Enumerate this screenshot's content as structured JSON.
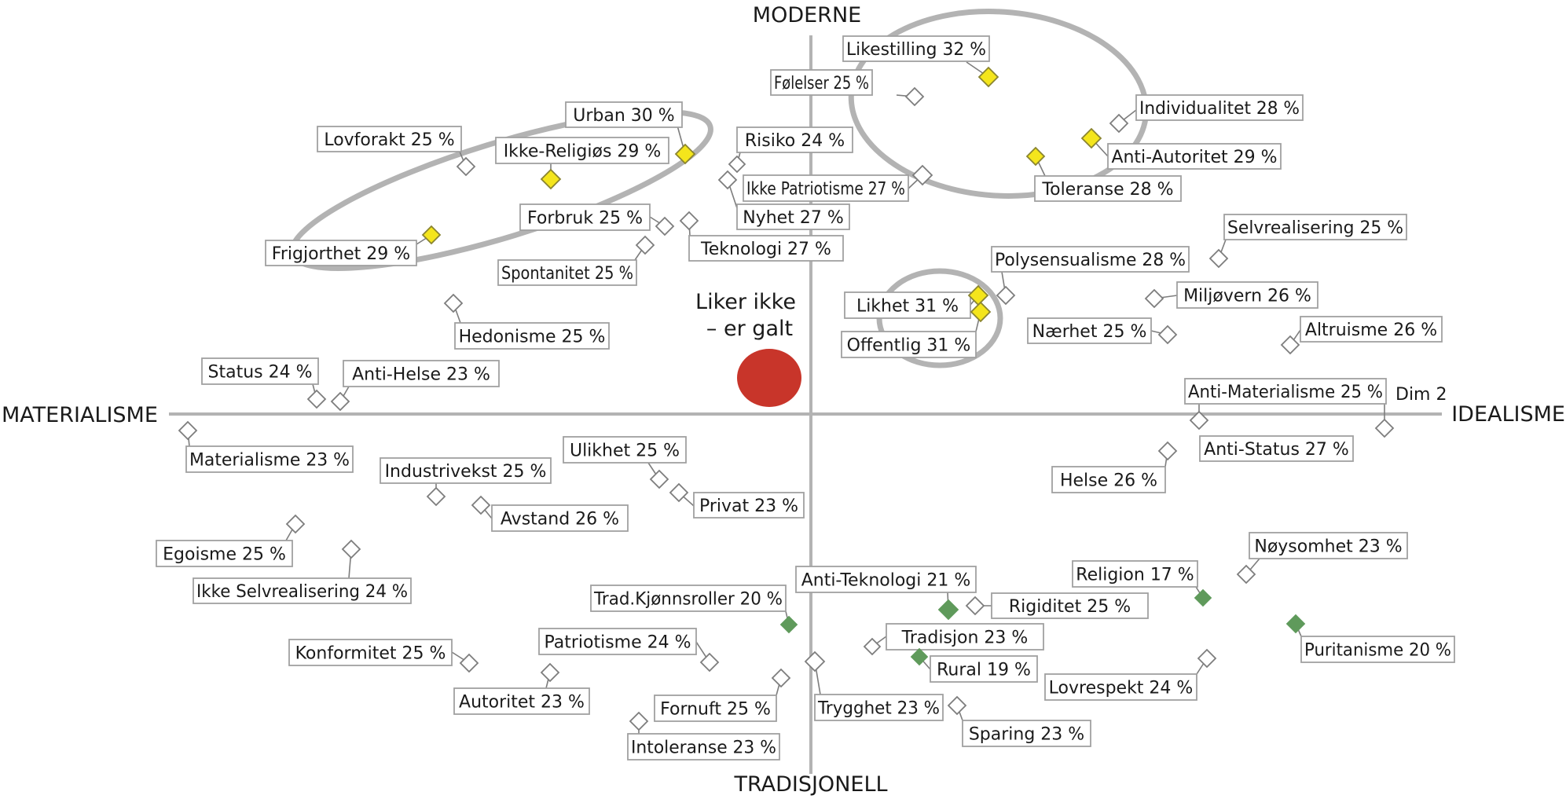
{
  "axes": {
    "top": "MODERNE",
    "bottom": "TRADISJONELL",
    "left": "MATERIALISME",
    "right": "IDEALISME",
    "dim": "Dim 2"
  },
  "note": {
    "line1": "Liker ikke",
    "line2": "– er galt"
  },
  "colors": {
    "white": "#ffffff",
    "yellow": "#f4e51c",
    "green": "#5f9a5b",
    "red_dot": "#c8352a",
    "axis": "#b3b3b3",
    "ellipse": "#b3b3b3"
  },
  "items": [
    {
      "label": "Likestilling 32 %",
      "marker": "yellow"
    },
    {
      "label": "Følelser 25 %",
      "marker": "white"
    },
    {
      "label": "Individualitet 28 %",
      "marker": "white"
    },
    {
      "label": "Anti-Autoritet 29 %",
      "marker": "yellow"
    },
    {
      "label": "Toleranse 28 %",
      "marker": "yellow"
    },
    {
      "label": "Ikke Patriotisme 27 %",
      "marker": "white"
    },
    {
      "label": "Risiko 24 %",
      "marker": "white"
    },
    {
      "label": "Nyhet 27 %",
      "marker": "white"
    },
    {
      "label": "Urban 30 %",
      "marker": "yellow"
    },
    {
      "label": "Lovforakt 25 %",
      "marker": "white"
    },
    {
      "label": "Ikke-Religiøs 29 %",
      "marker": "yellow"
    },
    {
      "label": "Frigjorthet 29 %",
      "marker": "yellow"
    },
    {
      "label": "Forbruk 25 %",
      "marker": "white"
    },
    {
      "label": "Teknologi 27 %",
      "marker": "white"
    },
    {
      "label": "Spontanitet 25 %",
      "marker": "white"
    },
    {
      "label": "Hedonisme 25 %",
      "marker": "white"
    },
    {
      "label": "Status 24 %",
      "marker": "white"
    },
    {
      "label": "Anti-Helse 23 %",
      "marker": "white"
    },
    {
      "label": "Selvrealisering 25 %",
      "marker": "white"
    },
    {
      "label": "Polysensualisme 28 %",
      "marker": "white"
    },
    {
      "label": "Miljøvern 26 %",
      "marker": "white"
    },
    {
      "label": "Likhet 31 %",
      "marker": "yellow"
    },
    {
      "label": "Offentlig 31 %",
      "marker": "yellow"
    },
    {
      "label": "Nærhet 25 %",
      "marker": "white"
    },
    {
      "label": "Altruisme 26 %",
      "marker": "white"
    },
    {
      "label": "Anti-Materialisme 25 %",
      "marker": "white"
    },
    {
      "label": "Anti-Status 27 %",
      "marker": "white"
    },
    {
      "label": "Helse 26 %",
      "marker": "white"
    },
    {
      "label": "Materialisme 23 %",
      "marker": "white"
    },
    {
      "label": "Industrivekst 25 %",
      "marker": "white"
    },
    {
      "label": "Avstand 26 %",
      "marker": "white"
    },
    {
      "label": "Ulikhet 25 %",
      "marker": "white"
    },
    {
      "label": "Privat 23 %",
      "marker": "white"
    },
    {
      "label": "Egoisme 25 %",
      "marker": "white"
    },
    {
      "label": "Ikke Selvrealisering 24 %",
      "marker": "white"
    },
    {
      "label": "Trad.Kjønnsroller 20 %",
      "marker": "green"
    },
    {
      "label": "Anti-Teknologi 21 %",
      "marker": "green"
    },
    {
      "label": "Rigiditet 25 %",
      "marker": "white"
    },
    {
      "label": "Religion 17 %",
      "marker": "green"
    },
    {
      "label": "Nøysomhet 23 %",
      "marker": "white"
    },
    {
      "label": "Puritanisme 20 %",
      "marker": "green"
    },
    {
      "label": "Konformitet 25 %",
      "marker": "white"
    },
    {
      "label": "Patriotisme 24 %",
      "marker": "white"
    },
    {
      "label": "Tradisjon 23 %",
      "marker": "white"
    },
    {
      "label": "Rural 19 %",
      "marker": "green"
    },
    {
      "label": "Lovrespekt 24 %",
      "marker": "white"
    },
    {
      "label": "Autoritet 23 %",
      "marker": "white"
    },
    {
      "label": "Fornuft 25 %",
      "marker": "white"
    },
    {
      "label": "Trygghet 23 %",
      "marker": "white"
    },
    {
      "label": "Sparing 23 %",
      "marker": "white"
    },
    {
      "label": "Intoleranse 23 %",
      "marker": "white"
    }
  ]
}
